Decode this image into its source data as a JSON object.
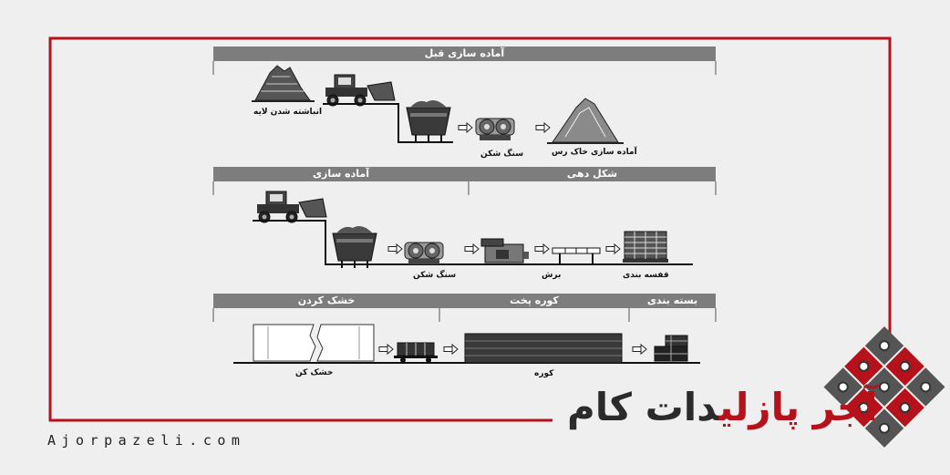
{
  "sections": {
    "pre_prep": {
      "title": "آماده سازی قبل"
    },
    "prep": {
      "title": "آماده سازی"
    },
    "shaping": {
      "title": "شکل دهی"
    },
    "drying": {
      "title": "خشک کردن"
    },
    "firing": {
      "title": "کوره پخت"
    },
    "packing": {
      "title": "بسته بندی"
    }
  },
  "steps": {
    "layer_stacking": "انباشته شدن لایه",
    "crusher_1": "سنگ شکن",
    "clay_prep": "آماده سازی خاک رس",
    "crusher_2": "سنگ شکن",
    "cutting": "برش",
    "stacking": "قفسه بندی",
    "dryer": "خشک کن",
    "kiln": "کوره"
  },
  "brand": {
    "name_red": "آجر پازلی",
    "name_dark": "دات کام",
    "url": "Ajorpazeli.com"
  },
  "colors": {
    "frame": "#b5121b",
    "band": "#7d7d7d",
    "brand_red": "#b5121b",
    "brand_dark": "#2b2b2b"
  },
  "icons": [
    "earth-pile-icon",
    "bulldozer-icon",
    "hopper-icon",
    "arrow-icon",
    "crusher-icon",
    "clay-pile-icon",
    "extruder-icon",
    "cutter-icon",
    "brick-stack-icon",
    "dryer-chamber-icon",
    "cart-icon",
    "kiln-icon",
    "pallet-icon",
    "logo-diamond-icon"
  ]
}
